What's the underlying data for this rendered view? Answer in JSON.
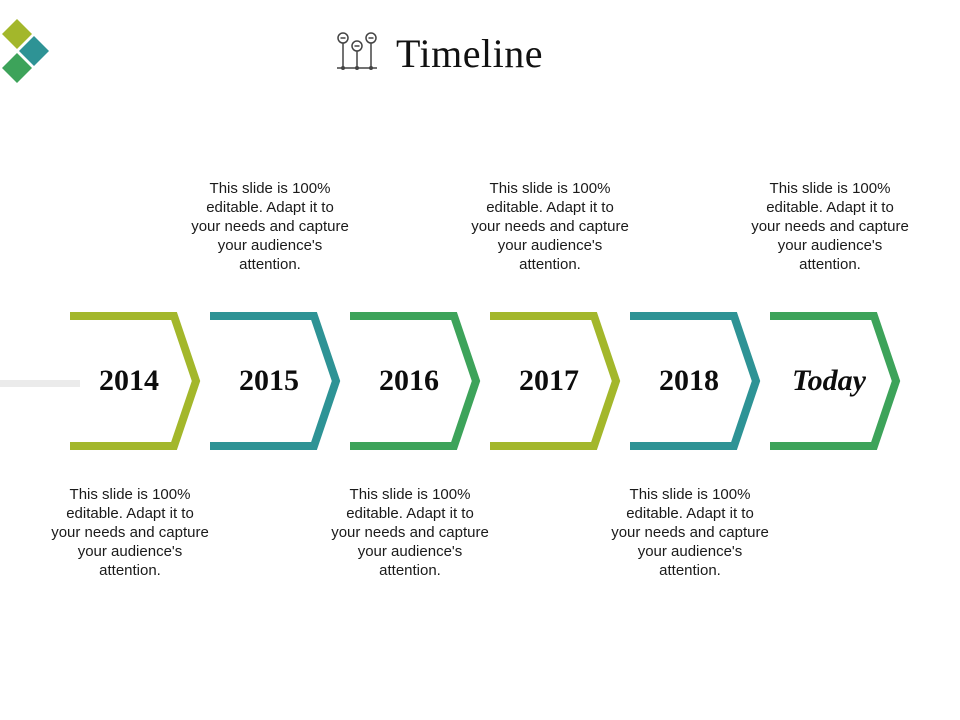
{
  "title": "Timeline",
  "icons": {
    "logo": "diamond-tiles-logo",
    "title": "timeline-pins-icon"
  },
  "colors": {
    "lime": "#a3b72b",
    "teal": "#2e9395",
    "green": "#3da35a",
    "connector": "#ebebeb"
  },
  "milestones": [
    {
      "label": "2014",
      "color": "#a3b72b",
      "note": "This slide is 100% editable. Adapt it to your needs and capture your audience's attention.",
      "note_position": "below"
    },
    {
      "label": "2015",
      "color": "#2e9395",
      "note": "This slide is 100% editable. Adapt it to your needs and capture your audience's attention.",
      "note_position": "above"
    },
    {
      "label": "2016",
      "color": "#3da35a",
      "note": "This slide is 100% editable. Adapt it to your needs and capture your audience's attention.",
      "note_position": "below"
    },
    {
      "label": "2017",
      "color": "#a3b72b",
      "note": "This slide is 100% editable. Adapt it to your needs and capture your audience's attention.",
      "note_position": "above"
    },
    {
      "label": "2018",
      "color": "#2e9395",
      "note": "This slide is 100% editable. Adapt it to your needs and capture your audience's attention.",
      "note_position": "below"
    },
    {
      "label": "Today",
      "color": "#3da35a",
      "note": "This slide is 100% editable. Adapt it to your needs and capture your audience's attention.",
      "note_position": "above"
    }
  ]
}
